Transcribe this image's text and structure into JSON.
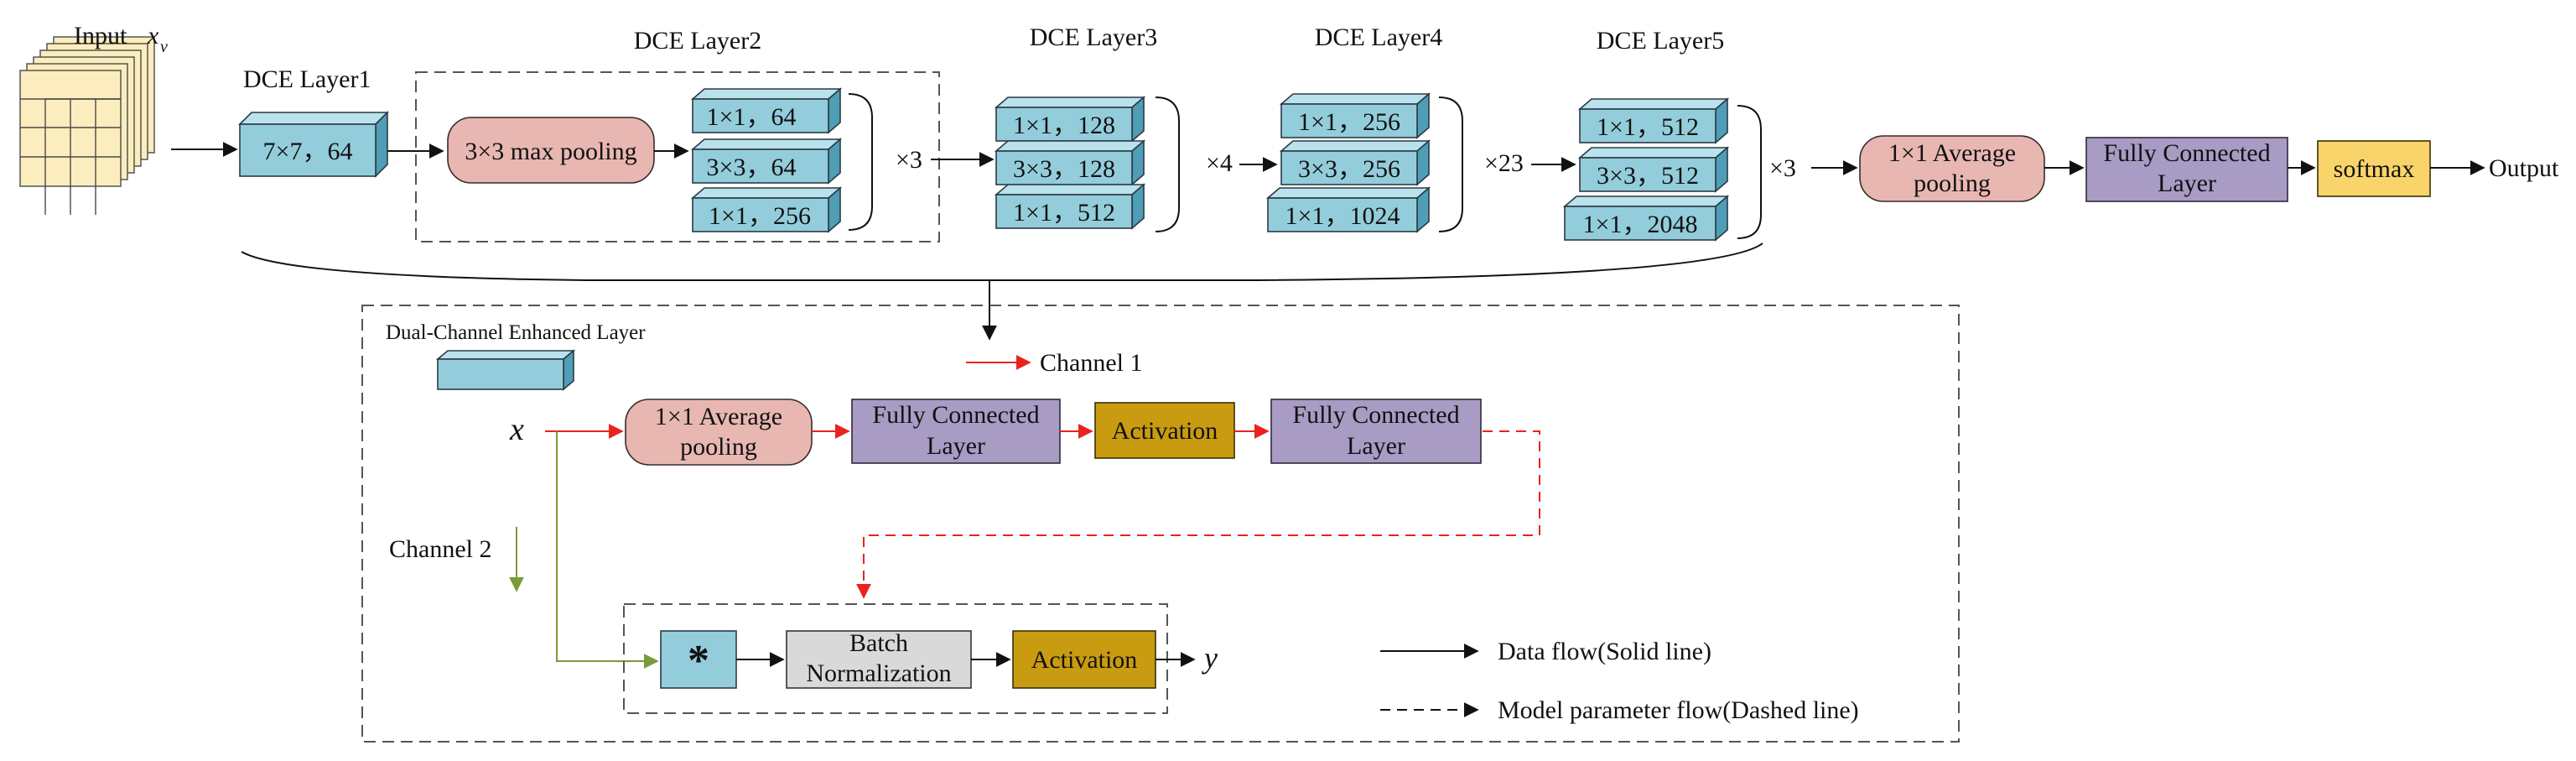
{
  "input": {
    "label": "Input",
    "symbol": "x",
    "subscript": "v"
  },
  "layers": {
    "dce1": {
      "title": "DCE Layer1",
      "block": "7×7，64"
    },
    "dce2": {
      "title": "DCE Layer2",
      "pool": "3×3 max pooling",
      "blocks": [
        "1×1，64",
        "3×3，64",
        "1×1，256"
      ],
      "repeat": "×3"
    },
    "dce3": {
      "title": "DCE Layer3",
      "blocks": [
        "1×1，128",
        "3×3，128",
        "1×1，512"
      ],
      "repeat": "×4"
    },
    "dce4": {
      "title": "DCE Layer4",
      "blocks": [
        "1×1，256",
        "3×3，256",
        "1×1，1024"
      ],
      "repeat": "×23"
    },
    "dce5": {
      "title": "DCE Layer5",
      "blocks": [
        "1×1，512",
        "3×3，512",
        "1×1，2048"
      ],
      "repeat": "×3"
    }
  },
  "head": {
    "avgpool": [
      "1×1 Average",
      "pooling"
    ],
    "fc": [
      "Fully Connected",
      "Layer"
    ],
    "softmax": "softmax",
    "output": "Output"
  },
  "detail": {
    "title": "Dual-Channel Enhanced Layer",
    "x": "x",
    "y": "y",
    "channel1": "Channel 1",
    "channel2": "Channel 2",
    "avgpool": [
      "1×1 Average",
      "pooling"
    ],
    "fc1": [
      "Fully Connected",
      "Layer"
    ],
    "act1": "Activation",
    "fc2": [
      "Fully Connected",
      "Layer"
    ],
    "conv": "*",
    "bn": [
      "Batch",
      "Normalization"
    ],
    "act2": "Activation",
    "legend_solid": "Data flow(Solid line)",
    "legend_dashed": "Model parameter flow(Dashed line)"
  },
  "colors": {
    "block_blue": "#93cddb",
    "pool_pink": "#e8b7b1",
    "fc_purple": "#a89bc4",
    "activation_gold": "#c99b10",
    "softmax_yellow": "#f8d46a",
    "channel1_red": "#e8231f",
    "channel2_green": "#7a9a3c"
  }
}
